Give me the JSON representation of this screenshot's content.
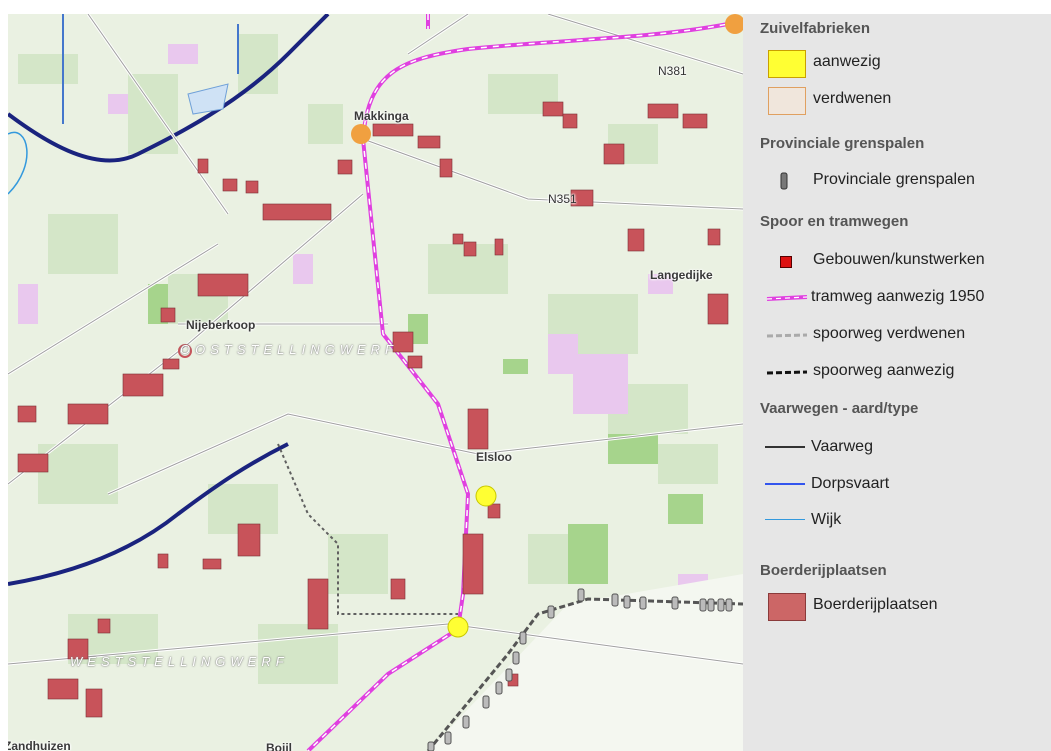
{
  "map": {
    "places": {
      "makkinga": "Makkinga",
      "nijeberkoop": "Nijeberkoop",
      "elsloo": "Elsloo",
      "langedijke": "Langedijke",
      "zandhuizen": "Zandhuizen",
      "boijl": "Boijl"
    },
    "roads": {
      "n381": "N381",
      "n351": "N351"
    },
    "regions": {
      "ooststellingwerf": "OOSTSTELLINGWERF",
      "weststellingwerf": "WESTSTELLINGWERF"
    }
  },
  "legend": {
    "sections": [
      {
        "title": "Zuivelfabrieken",
        "items": [
          {
            "label": "aanwezig",
            "color": "#ffff33"
          },
          {
            "label": "verdwenen",
            "color": "#f0e6dc"
          }
        ]
      },
      {
        "title": "Provinciale grenspalen",
        "items": [
          {
            "label": "Provinciale grenspalen",
            "color": "#444444"
          }
        ]
      },
      {
        "title": "Spoor en tramwegen",
        "items": [
          {
            "label": "Gebouwen/kunstwerken",
            "color": "#dd1111"
          },
          {
            "label": "tramweg aanwezig 1950",
            "color": "#e040e0"
          },
          {
            "label": "spoorweg verdwenen",
            "color": "#aaaaaa"
          },
          {
            "label": "spoorweg aanwezig",
            "color": "#111111"
          }
        ]
      },
      {
        "title": "Vaarwegen - aard/type",
        "items": [
          {
            "label": "Vaarweg",
            "color": "#333333"
          },
          {
            "label": "Dorpsvaart",
            "color": "#3355ee"
          },
          {
            "label": "Wijk",
            "color": "#3399dd"
          }
        ]
      },
      {
        "title": "Boerderijplaatsen",
        "items": [
          {
            "label": "Boerderijplaatsen",
            "color": "#cc6666"
          }
        ]
      }
    ]
  }
}
